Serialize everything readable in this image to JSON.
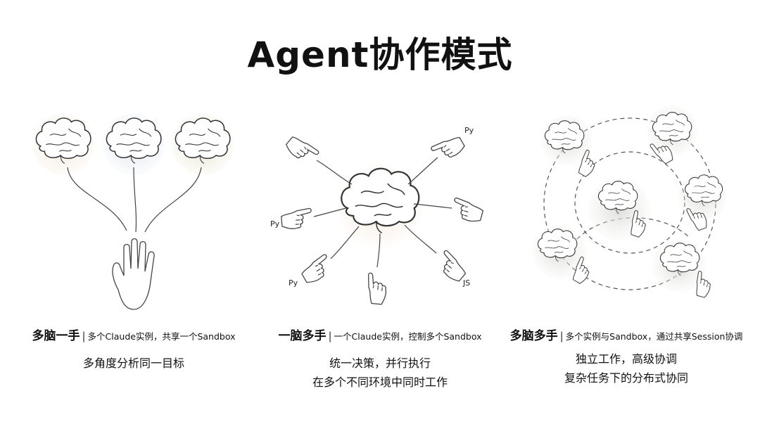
{
  "title": "Agent协作模式",
  "panels": [
    {
      "head": "多脑一手",
      "sep": "|",
      "desc": "多个Claude实例，共享一个Sandbox",
      "notes": [
        "多角度分析同一目标"
      ]
    },
    {
      "head": "一脑多手",
      "sep": "|",
      "desc": "一个Claude实例，控制多个Sandbox",
      "notes": [
        "统一决策，并行执行",
        "在多个不同环境中同时工作"
      ],
      "hand_labels": [
        "Py",
        "Py",
        "Py",
        "JS"
      ]
    },
    {
      "head": "多脑多手",
      "sep": "|",
      "desc": "多个实例与Sandbox，通过共享Session协调",
      "notes": [
        "独立工作，高级协调",
        "复杂任务下的分布式协同"
      ]
    }
  ]
}
